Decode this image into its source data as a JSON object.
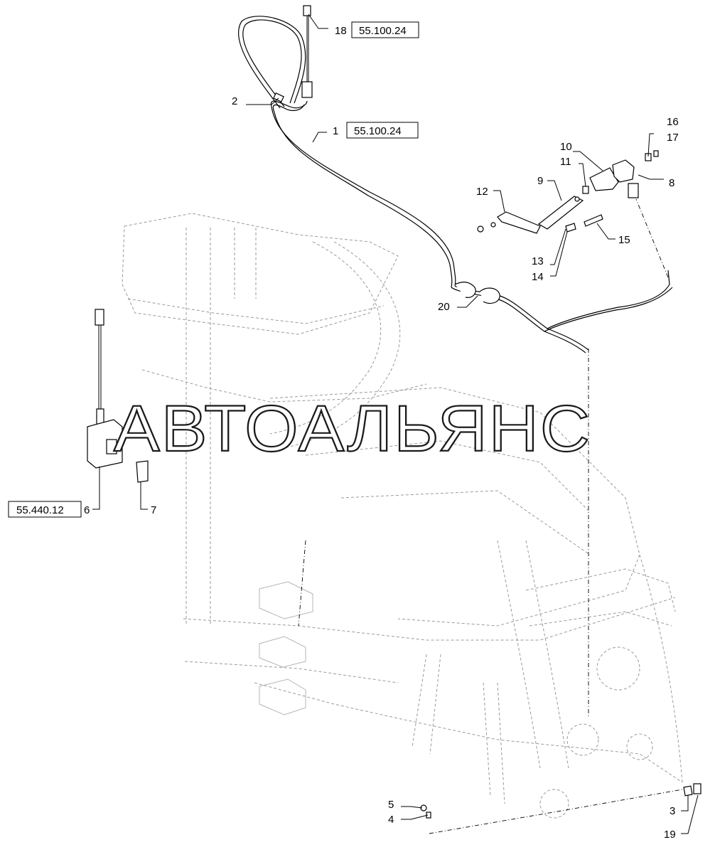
{
  "watermark": "АВТОАЛЬЯНС",
  "references": {
    "ref_18": "55.100.24",
    "ref_1": "55.100.24",
    "ref_6": "55.440.12"
  },
  "callouts": {
    "c1": "1",
    "c2": "2",
    "c3": "3",
    "c4": "4",
    "c5": "5",
    "c6": "6",
    "c7": "7",
    "c8": "8",
    "c9": "9",
    "c10": "10",
    "c11": "11",
    "c12": "12",
    "c13": "13",
    "c14": "14",
    "c15": "15",
    "c16": "16",
    "c17": "17",
    "c18": "18",
    "c19": "19",
    "c20": "20"
  }
}
